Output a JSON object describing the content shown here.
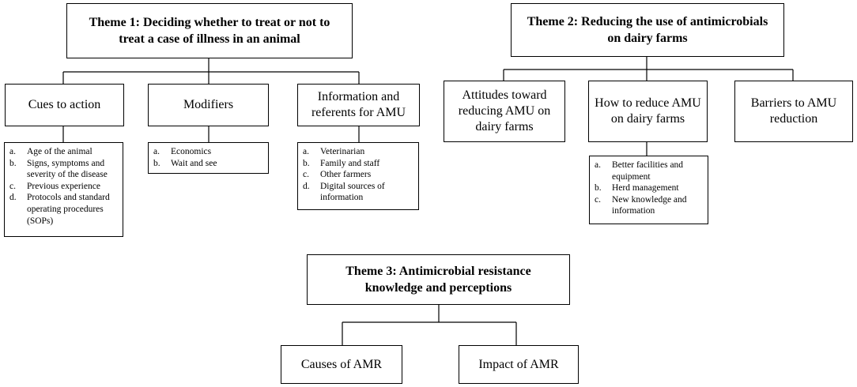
{
  "theme1": {
    "title": "Theme 1: Deciding whether to treat or not to treat a case of illness in an animal",
    "subthemes": [
      {
        "title": "Cues to action",
        "items": [
          {
            "marker": "a.",
            "text": "Age of the animal"
          },
          {
            "marker": "b.",
            "text": "Signs, symptoms and severity of the disease"
          },
          {
            "marker": "c.",
            "text": "Previous experience"
          },
          {
            "marker": "d.",
            "text": "Protocols and standard operating procedures (SOPs)"
          }
        ]
      },
      {
        "title": "Modifiers",
        "items": [
          {
            "marker": "a.",
            "text": "Economics"
          },
          {
            "marker": "b.",
            "text": "Wait and see"
          }
        ]
      },
      {
        "title": "Information and referents for AMU",
        "items": [
          {
            "marker": "a.",
            "text": "Veterinarian"
          },
          {
            "marker": "b.",
            "text": "Family and staff"
          },
          {
            "marker": "c.",
            "text": "Other farmers"
          },
          {
            "marker": "d.",
            "text": "Digital sources of information"
          }
        ]
      }
    ]
  },
  "theme2": {
    "title": "Theme 2: Reducing the use of antimicrobials on dairy farms",
    "subthemes": [
      {
        "title": "Attitudes toward reducing AMU on dairy farms"
      },
      {
        "title": "How to reduce AMU on dairy farms",
        "items": [
          {
            "marker": "a.",
            "text": "Better facilities and equipment"
          },
          {
            "marker": "b.",
            "text": "Herd management"
          },
          {
            "marker": "c.",
            "text": "New knowledge and information"
          }
        ]
      },
      {
        "title": "Barriers to AMU reduction"
      }
    ]
  },
  "theme3": {
    "title": "Theme 3: Antimicrobial resistance knowledge and perceptions",
    "subthemes": [
      {
        "title": "Causes of AMR"
      },
      {
        "title": "Impact of AMR"
      }
    ]
  }
}
